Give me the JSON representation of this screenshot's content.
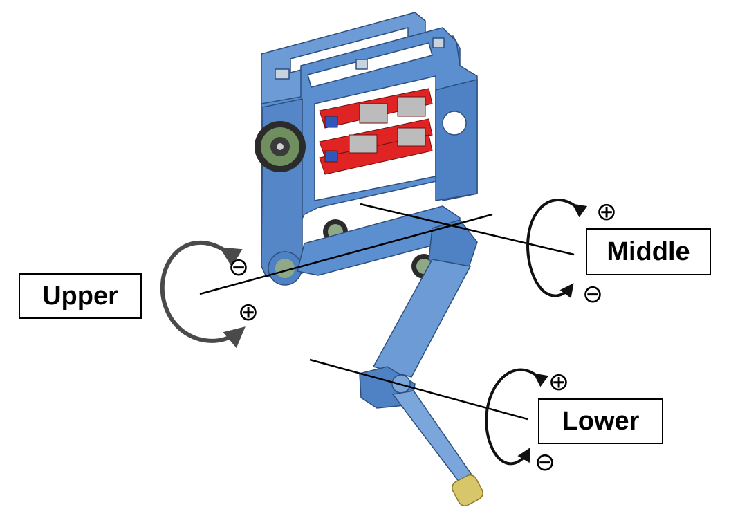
{
  "joints": {
    "upper": {
      "label": "Upper",
      "positive": "⊕",
      "negative": "⊖",
      "arrow_color": "#4a4a4a"
    },
    "middle": {
      "label": "Middle",
      "positive": "⊕",
      "negative": "⊖",
      "arrow_color": "#111111"
    },
    "lower": {
      "label": "Lower",
      "positive": "⊕",
      "negative": "⊖",
      "arrow_color": "#111111"
    }
  },
  "colors": {
    "frame": "#5b8fd0",
    "frame_dark": "#3f6fae",
    "pcb": "#e02424",
    "motor": "#2b2b2b",
    "foot": "#d8c66a"
  }
}
